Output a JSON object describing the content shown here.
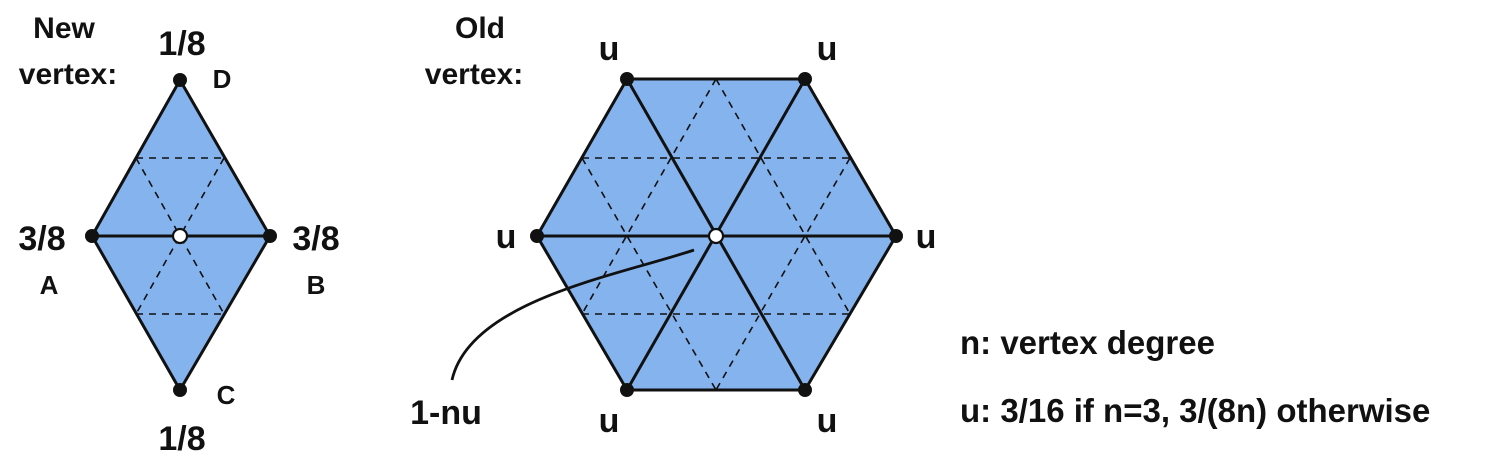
{
  "colors": {
    "fill": "#85B3EE",
    "stroke": "#111111",
    "vertex": "#111111",
    "center_fill": "#ffffff",
    "text": "#111111"
  },
  "new_vertex": {
    "caption_line1": "New",
    "caption_line2": "vertex:",
    "top_weight": "1/8",
    "bottom_weight": "1/8",
    "left_weight": "3/8",
    "right_weight": "3/8",
    "label_a": "A",
    "label_b": "B",
    "label_c": "C",
    "label_d": "D"
  },
  "old_vertex": {
    "caption_line1": "Old",
    "caption_line2": "vertex:",
    "neighbor_weight": "u",
    "center_weight": "1-nu"
  },
  "legend": {
    "line1": "n: vertex degree",
    "line2": "u: 3/16 if n=3, 3/(8n) otherwise"
  }
}
